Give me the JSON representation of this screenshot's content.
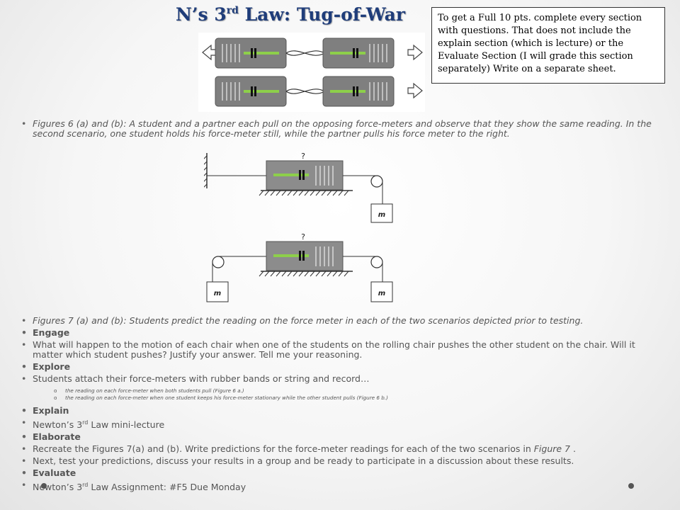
{
  "title": {
    "main": "N’s 3",
    "sup": "rd",
    "rest": " Law: Tug-of-War"
  },
  "note": "To get a Full 10 pts. complete every section with questions.  That does not include the explain section (which is lecture) or the Evaluate Section (I will grade this section separately)  Write on a separate sheet.",
  "figures": {
    "question_mark": "?",
    "mass_label": "m"
  },
  "bullets1": {
    "fig6": "Figures 6 (a) and (b): A student and a partner each pull on the opposing force-meters and observe that they show the same reading. In the second scenario, one student holds his force-meter still, while the partner pulls his force meter to the right."
  },
  "bullets2": {
    "fig7": "Figures 7 (a) and (b): Students predict the reading on the force meter in each of the two scenarios depicted prior to testing.",
    "engage": "Engage",
    "engage_text": "What will happen to the motion of each chair when one of the students on the rolling chair pushes the other student on the chair.  Will it matter which student pushes?  Justify your answer.  Tell me your reasoning.",
    "explore": "Explore",
    "explore_text": "Students attach their force-meters with rubber bands or string and record…"
  },
  "sub": {
    "a_pre": "the reading on each force-meter when both students pull (",
    "a_fig": "Figure 6 a.",
    "a_post": ")",
    "b_pre": "the reading on each force-meter when one student keeps his force-meter stationary while the other student pulls (",
    "b_fig": "Figure 6 b.",
    "b_post": ")"
  },
  "bullets3": {
    "explain": "Explain",
    "lecture_pre": "Newton’s 3",
    "lecture_sup": "rd",
    "lecture_post": " Law mini-lecture",
    "elaborate": "Elaborate",
    "recreate_pre": "Recreate the Figures 7(a) and (b).  Write predictions for the force-meter readings for each of the two scenarios in ",
    "recreate_fig": "Figure 7",
    "recreate_post": " .",
    "next": "Next, test your predictions, discuss your results in a group and be ready to participate in a discussion about these results.",
    "evaluate": "Evaluate",
    "assign_pre": "Newton’s 3",
    "assign_sup": "rd",
    "assign_post": " Law Assignment:  #F5 Due Monday"
  }
}
